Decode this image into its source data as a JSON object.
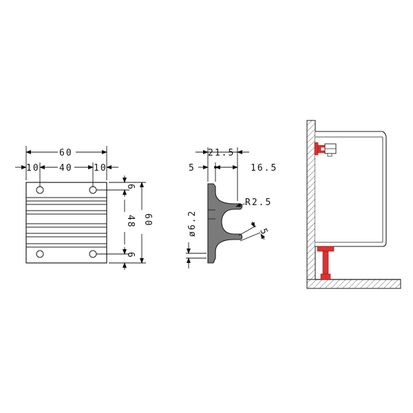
{
  "front_view": {
    "overall_width": "60",
    "left_offset": "10",
    "hole_spacing": "40",
    "right_offset": "10",
    "top_offset": "6",
    "hole_span": "48",
    "bottom_offset": "6",
    "overall_height": "60"
  },
  "side_view": {
    "depth": "21.5",
    "flange_thickness": "5",
    "projection": "16.5",
    "radius": "R2.5",
    "hole_diameter": "ø6.2",
    "jaw_width": "5"
  },
  "colors": {
    "outline": "#1a1a1a",
    "plate_fill": "#ffffff",
    "profile_fill": "#7a7a7a",
    "highlight": "#e0302f",
    "wall_fill": "#ffffff"
  }
}
